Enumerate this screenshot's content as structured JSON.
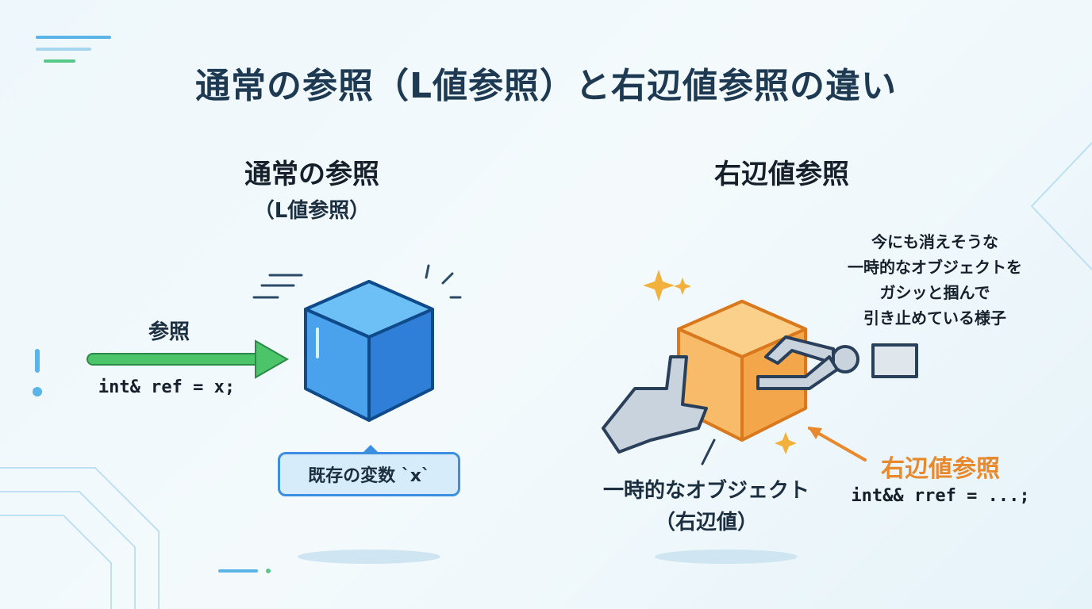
{
  "title": "通常の参照（L値参照）と右辺値参照の違い",
  "left": {
    "heading": "通常の参照",
    "subheading": "（L値参照）",
    "arrow_label": "参照",
    "code": "int& ref = x;",
    "bubble": "既存の変数 `x`"
  },
  "right": {
    "heading": "右辺値参照",
    "annotation": [
      "今にも消えそうな",
      "一時的なオブジェクトを",
      "ガシッと掴んで",
      "引き止めている様子"
    ],
    "ref_label": "右辺値参照",
    "code": "int&& rref = ...;",
    "object_label": "一時的なオブジェクト",
    "object_sublabel": "（右辺値）"
  },
  "colors": {
    "title": "#1e3a52",
    "green": "#4cc46a",
    "blue": "#3b8ee0",
    "orange": "#e8892e"
  }
}
